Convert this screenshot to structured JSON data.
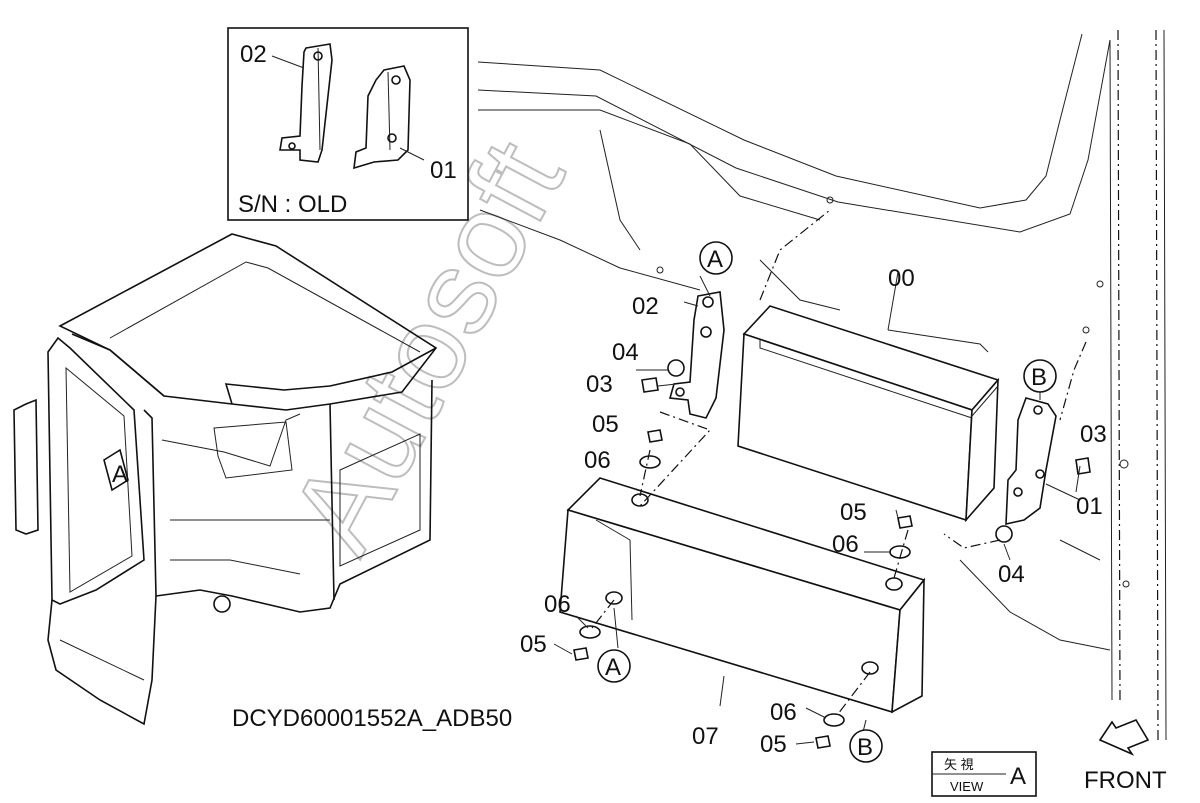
{
  "drawing_id": "DCYD60001552A_ADB50",
  "inset": {
    "caption": "S/N : OLD",
    "labels": [
      "02",
      "01"
    ]
  },
  "parts": {
    "p00": "00",
    "p01": "01",
    "p02": "02",
    "p03": "03",
    "p04": "04",
    "p05": "05",
    "p06": "06",
    "p07": "07"
  },
  "callouts": {
    "A": "A",
    "B": "B"
  },
  "view_box": {
    "kanji": "矢 視",
    "word": "VIEW",
    "letter": "A"
  },
  "front_label": "FRONT",
  "watermark": "Autosoft"
}
